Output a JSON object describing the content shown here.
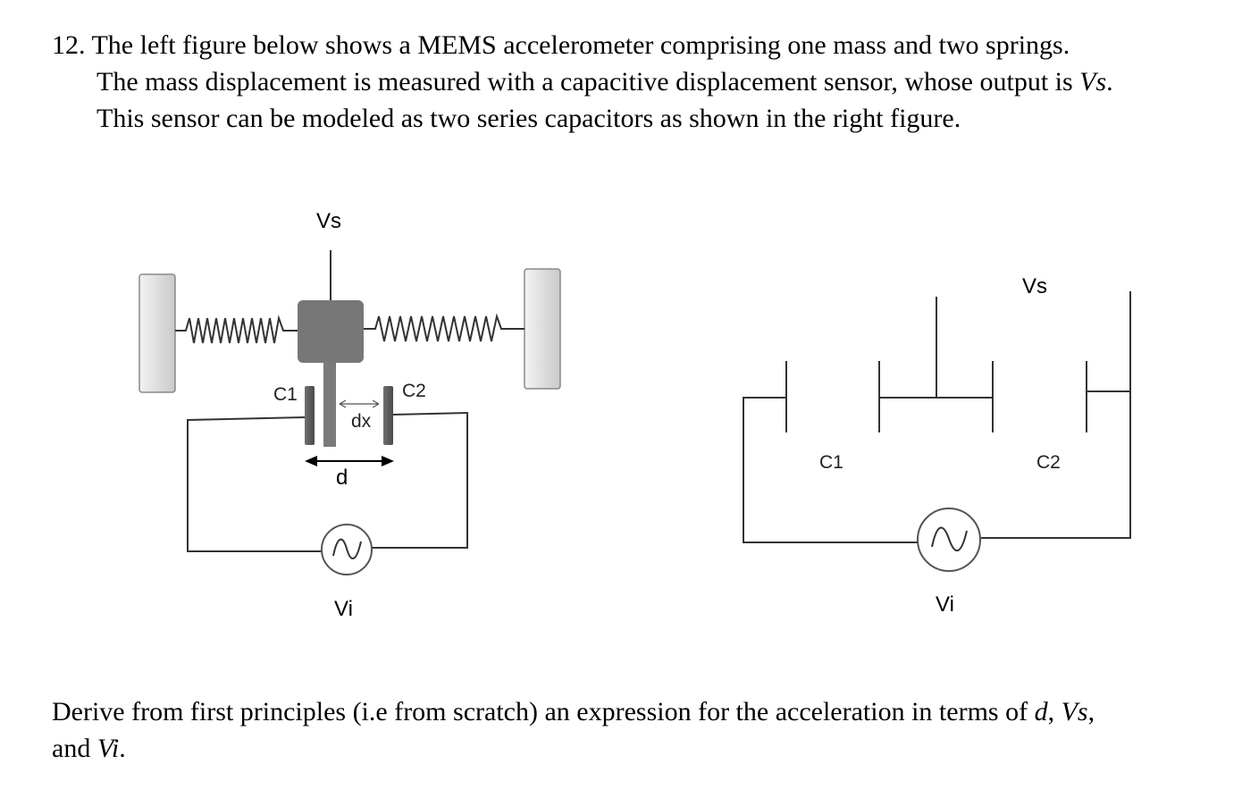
{
  "problem": {
    "number": "12.",
    "line1": "The left figure below shows a MEMS accelerometer comprising one mass and two springs.",
    "line2_prefix": "The mass displacement is measured with a capacitive displacement sensor, whose output is ",
    "line2_var": "Vs",
    "line2_suffix": ".",
    "line3": "This sensor can be modeled as two series capacitors as shown in the right figure."
  },
  "left_figure": {
    "vs_label": "Vs",
    "c1_label": "C1",
    "c2_label": "C2",
    "dx_label": "dx",
    "d_label": "d",
    "vi_label": "Vi"
  },
  "right_figure": {
    "vs_label": "Vs",
    "c1_label": "C1",
    "c2_label": "C2",
    "vi_label": "Vi"
  },
  "question": {
    "line1_prefix": "Derive from first principles (i.e from scratch) an expression for the acceleration in terms of ",
    "var_d": "d",
    "sep1": ", ",
    "var_vs": "Vs",
    "sep2": ",",
    "line2_prefix": "and ",
    "var_vi": "Vi",
    "line2_suffix": "."
  }
}
